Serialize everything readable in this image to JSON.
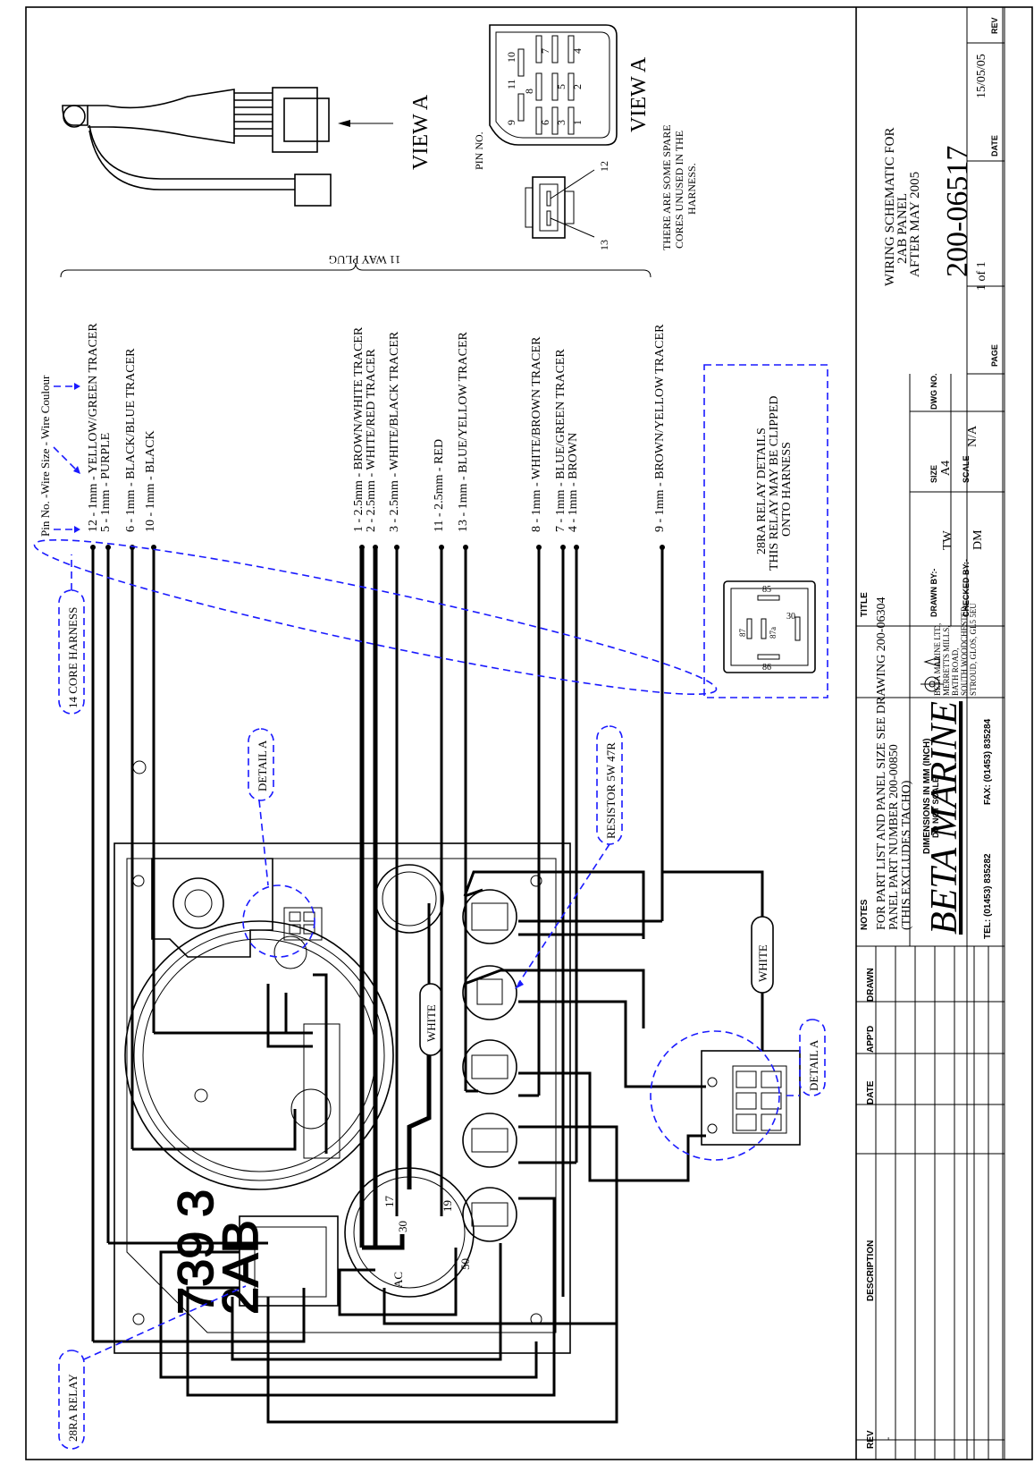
{
  "wires": [
    {
      "label": "12 - 1mm - YELLOW/GREEN TRACER"
    },
    {
      "label": "5 - 1mm - PURPLE"
    },
    {
      "label": "6 - 1mm - BLACK/BLUE TRACER"
    },
    {
      "label": "10 - 1mm - BLACK"
    },
    {
      "label": "1 - 2.5mm - BROWN/WHITE TRACER"
    },
    {
      "label": "2 - 2.5mm - WHITE/RED TRACER"
    },
    {
      "label": "3 - 2.5mm - WHITE/BLACK TRACER"
    },
    {
      "label": "11 - 2.5mm - RED"
    },
    {
      "label": "13 - 1mm - BLUE/YELLOW TRACER"
    },
    {
      "label": "8 - 1mm - WHITE/BROWN TRACER"
    },
    {
      "label": "7 - 1mm - BLUE/GREEN TRACER"
    },
    {
      "label": "4 - 1mm - BROWN"
    },
    {
      "label": "9 - 1mm - BROWN/YELLOW TRACER"
    }
  ],
  "legend": {
    "key": "Pin No. -Wire Size - Wire Coulour",
    "plug": "11 WAY PLUG",
    "view_a": "VIEW A",
    "pin_no": "PIN NO.",
    "spare_note": [
      "THERE ARE SOME SPARE",
      "CORES UNUSED IN THE",
      "HARNESS."
    ],
    "pins_11": [
      "10",
      "11",
      "9",
      "8",
      "7",
      "6",
      "5",
      "4",
      "3",
      "2",
      "1"
    ],
    "pins_2": [
      "12",
      "13"
    ]
  },
  "relay_box": {
    "lines": [
      "28RA RELAY DETAILS",
      "THIS RELAY MAY BE CLIPPED",
      "ONTO HARNESS"
    ],
    "pins": [
      "85",
      "86",
      "87",
      "87a",
      "30"
    ]
  },
  "callouts": {
    "harness": "14 CORE HARNESS",
    "detail_a_1": "DETAIL A",
    "detail_a_2": "DETAIL A",
    "resistor": "RESISTOR 5W 47R",
    "relay": "28RA RELAY"
  },
  "panel": {
    "model_top": "739 3",
    "model_bottom": "2AB",
    "white_1": "WHITE",
    "white_2": "WHITE",
    "switch_terms": [
      "17",
      "30",
      "19",
      "50",
      "AC"
    ]
  },
  "notes": {
    "heading": "NOTES",
    "lines": [
      "FOR PART LIST AND PANEL SIZE SEE DRAWING 200-06304",
      "PANEL PART NUMBER 200-00850",
      "(THIS EXCLUDES TACHO)"
    ],
    "dims": "DIMENSIONS IN MM (INCH)",
    "dns": "DO NOT SCALE"
  },
  "title_block": {
    "title_label": "TITLE",
    "title_lines": [
      "WIRING SCHEMATIC FOR",
      "2AB PANEL",
      "AFTER MAY 2005"
    ],
    "company": "BETA MARINE",
    "address": [
      "BETA MARINE LTD,",
      "MERRETTS MILLS,",
      "BATH ROAD,",
      "SOUTH WOODCHESTER,",
      "STROUD, GLOS, GL5 5EU"
    ],
    "tel": "TEL: (01453) 835282",
    "fax": "FAX: (01453) 835284",
    "drawn_by_label": "DRAWN BY:-",
    "drawn_by": "TW",
    "checked_by_label": "CHECKED BY:-",
    "checked_by": "DM",
    "size_label": "SIZE",
    "size": "A4",
    "scale_label": "SCALE",
    "scale": "N/A",
    "dwg_label": "DWG NO.",
    "dwg_no": "200-06517",
    "page_label": "PAGE",
    "page": "1 of 1",
    "date_label": "DATE",
    "date": "15/05/05",
    "rev_label": "REV"
  },
  "revision_table": {
    "headers": [
      "REV",
      "DESCRIPTION",
      "DATE",
      "APP'D",
      "DRAWN"
    ],
    "first_row_rev": "-"
  }
}
